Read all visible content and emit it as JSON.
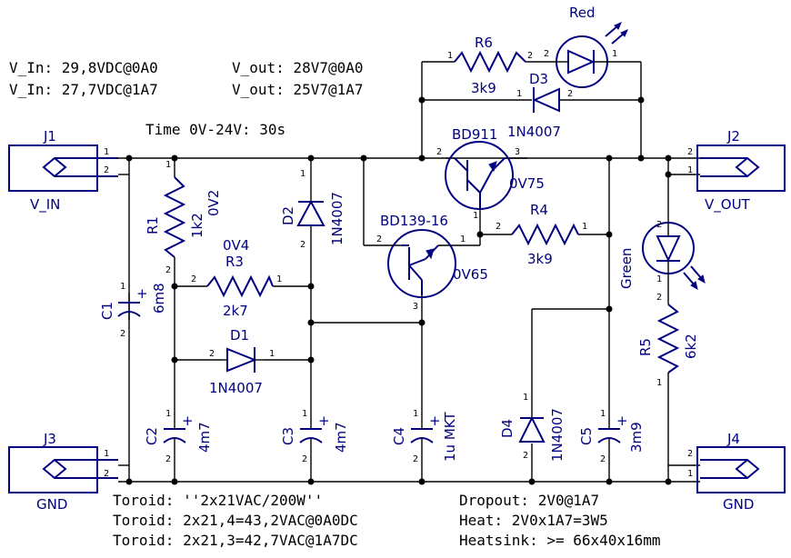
{
  "notes": {
    "vin_0a": "V_In: 29,8VDC@0A0",
    "vin_1a7": "V_In: 27,7VDC@1A7",
    "vout_0a": "V_out: 28V7@0A0",
    "vout_1a7": "V_out: 25V7@1A7",
    "time": "Time 0V-24V: 30s",
    "toroid1": "Toroid: ''2x21VAC/200W''",
    "toroid2": "Toroid: 2x21,4=43,2VAC@0A0DC",
    "toroid3": "Toroid: 2x21,3=42,7VAC@1A7DC",
    "dropout": "Dropout: 2V0@1A7",
    "heat": "Heat: 2V0x1A7=3W5",
    "heatsink": "Heatsink: >= 66x40x16mm"
  },
  "connectors": {
    "j1": {
      "ref": "J1",
      "label": "V_IN"
    },
    "j2": {
      "ref": "J2",
      "label": "V_OUT"
    },
    "j3": {
      "ref": "J3",
      "label": "GND"
    },
    "j4": {
      "ref": "J4",
      "label": "GND"
    }
  },
  "components": {
    "r1": {
      "ref": "R1",
      "value": "1k2"
    },
    "r3": {
      "ref": "R3",
      "value": "2k7"
    },
    "r4": {
      "ref": "R4",
      "value": "3k9"
    },
    "r5": {
      "ref": "R5",
      "value": "6k2"
    },
    "r6": {
      "ref": "R6",
      "value": "3k9"
    },
    "c1": {
      "ref": "C1",
      "value": "6m8"
    },
    "c2": {
      "ref": "C2",
      "value": "4m7"
    },
    "c3": {
      "ref": "C3",
      "value": "4m7"
    },
    "c4": {
      "ref": "C4",
      "value": "1u MKT"
    },
    "c5": {
      "ref": "C5",
      "value": "3m9"
    },
    "d1": {
      "ref": "D1",
      "value": "1N4007"
    },
    "d2": {
      "ref": "D2",
      "value": "1N4007"
    },
    "d3": {
      "ref": "D3",
      "value": "1N4007"
    },
    "d4": {
      "ref": "D4",
      "value": "1N4007"
    },
    "led_red": {
      "value": "Red"
    },
    "led_green": {
      "value": "Green"
    },
    "q1": {
      "value": "BD911"
    },
    "q2": {
      "value": "BD139-16"
    }
  },
  "measurements": {
    "v_r1": "0V2",
    "v_r3": "0V4",
    "v_q1": "0V75",
    "v_q2": "0V65"
  },
  "pins": {
    "p1": "1",
    "p2": "2",
    "p3": "3"
  }
}
